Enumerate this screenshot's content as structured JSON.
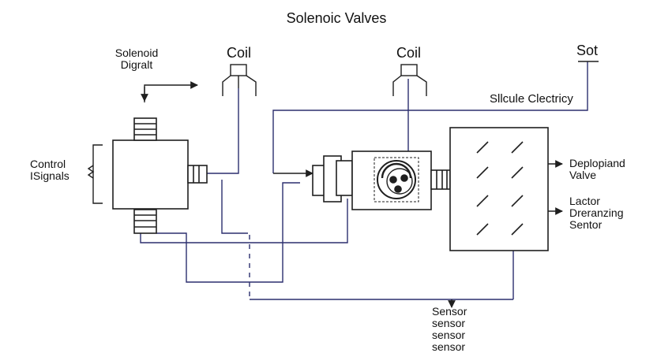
{
  "title": "Solenoic Valves",
  "labels": {
    "solenoid_digralt": "Solenoid\nDigralt",
    "coil_left": "Coil",
    "coil_right": "Coil",
    "sot": "Sot",
    "silicule_electricy": "Sllcule Clectricy",
    "control_signals": "Control\nISignals",
    "deplopiand_valve": "Deplopiand\nValve",
    "lactor_dreranzing_sentor": "Lactor\nDreranzing\nSentor",
    "sensor_stack": "Sensor\nsensor\nsensor\nsensor"
  },
  "colors": {
    "line": "#1f1f1f",
    "wire": "#2c2f6e",
    "bg": "#ffffff"
  }
}
